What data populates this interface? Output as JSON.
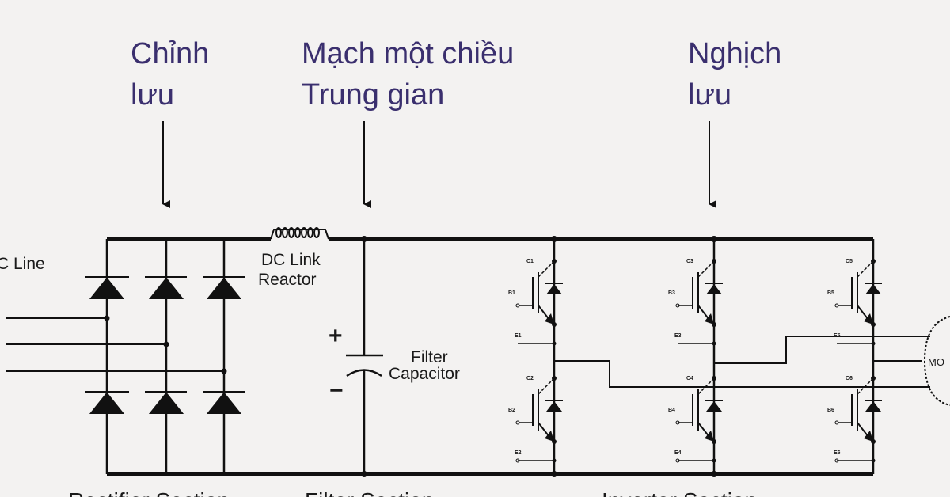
{
  "headings": {
    "rectifier": [
      "Chỉnh",
      "lưu"
    ],
    "dc_link": [
      "Mạch một chiều",
      "Trung gian"
    ],
    "inverter": [
      "Nghịch",
      "lưu"
    ]
  },
  "labels": {
    "ac_line": "C Line",
    "dc_link_reactor": [
      "DC Link",
      "Reactor"
    ],
    "filter_capacitor": [
      "Filter",
      "Capacitor"
    ],
    "plus": "+",
    "minus": "−",
    "motor": "MO",
    "section_rectifier": "Rectifier Section",
    "section_filter": "Filter Section",
    "section_inverter": "Inverter Section"
  },
  "igbt_legs": [
    {
      "upper": {
        "c": "C1",
        "b": "B1",
        "e": "E1"
      },
      "lower": {
        "c": "C2",
        "b": "B2",
        "e": "E2"
      }
    },
    {
      "upper": {
        "c": "C3",
        "b": "B3",
        "e": "E3"
      },
      "lower": {
        "c": "C4",
        "b": "B4",
        "e": "E4"
      }
    },
    {
      "upper": {
        "c": "C5",
        "b": "B5",
        "e": "E5"
      },
      "lower": {
        "c": "C6",
        "b": "B6",
        "e": "E6"
      }
    }
  ],
  "colors": {
    "heading": "#3a2f6e",
    "wire": "#111111",
    "background": "#f3f2f1"
  }
}
